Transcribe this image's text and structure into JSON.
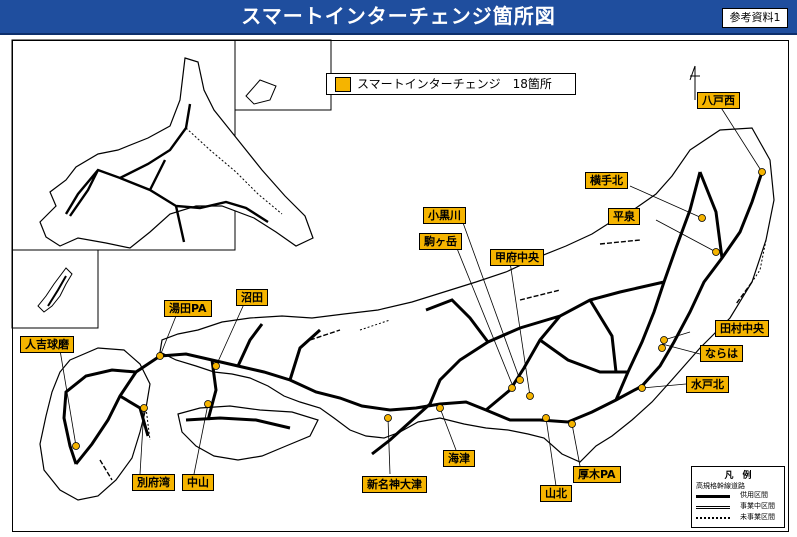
{
  "title": "スマートインターチェンジ箇所図",
  "reference": "参考資料1",
  "legend_label": "スマートインターチェンジ　18箇所",
  "accent_color": "#f5b400",
  "title_bar_color": "#1f4e9e",
  "locations": [
    "八戸西",
    "横手北",
    "平泉",
    "小黒川",
    "駒ヶ岳",
    "甲府中央",
    "田村中央",
    "ならは",
    "水戸北",
    "湯田PA",
    "沼田",
    "人吉球磨",
    "別府湾",
    "中山",
    "新名神大津",
    "海津",
    "山北",
    "厚木PA"
  ],
  "hanrei": {
    "title": "凡　例",
    "subtitle": "高規格幹線道路",
    "rows": [
      "供用区間",
      "事業中区間",
      "未事業区間"
    ]
  }
}
